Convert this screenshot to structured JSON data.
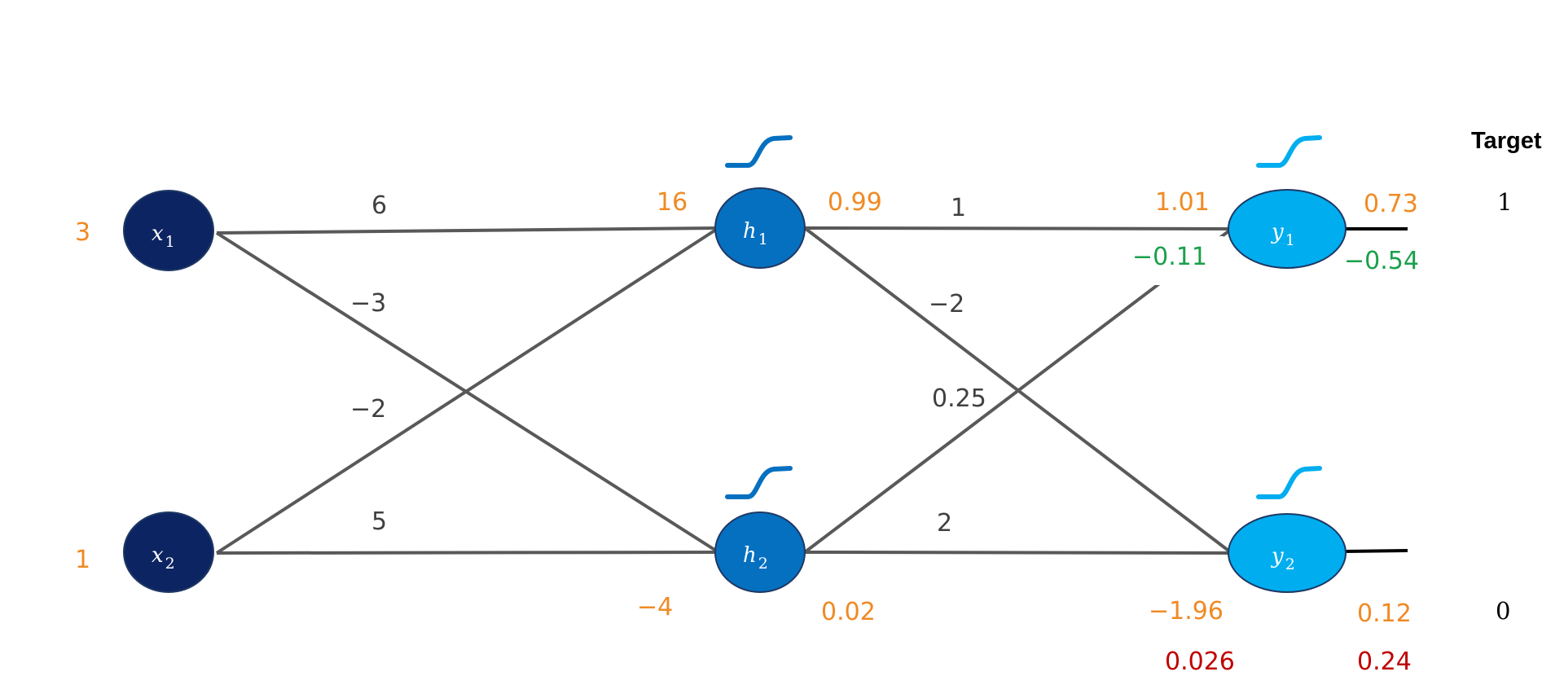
{
  "colors": {
    "input_node": "#0c2461",
    "hidden_node": "#0670c0",
    "output_node": "#00adef",
    "edge": "#595959",
    "forward_value": "#f08a24",
    "error_value": "#1aa04b",
    "gradient_value": "#c00000",
    "hidden_sigmoid_icon": "#0670c0",
    "output_sigmoid_icon": "#00adef"
  },
  "nodes": {
    "x1": {
      "symbol": "x",
      "subscript": "1",
      "input_value": "3"
    },
    "x2": {
      "symbol": "x",
      "subscript": "2",
      "input_value": "1"
    },
    "h1": {
      "symbol": "h",
      "subscript": "1",
      "net_input": "16",
      "activation": "0.99",
      "icon": "sigmoid-icon"
    },
    "h2": {
      "symbol": "h",
      "subscript": "2",
      "net_input": "−4",
      "activation": "0.02",
      "icon": "sigmoid-icon"
    },
    "y1": {
      "symbol": "y",
      "subscript": "1",
      "net_input": "1.01",
      "output": "0.73",
      "delta_in": "−0.11",
      "delta_out": "−0.54",
      "icon": "sigmoid-icon"
    },
    "y2": {
      "symbol": "y",
      "subscript": "2",
      "net_input": "−1.96",
      "output": "0.12",
      "grad_in": "0.026",
      "grad_out": "0.24",
      "icon": "sigmoid-icon"
    }
  },
  "weights": {
    "x1_h1": "6",
    "x1_h2": "−3",
    "x2_h1": "−2",
    "x2_h2": "5",
    "h1_y1": "1",
    "h1_y2": "−2",
    "h2_y1": "0.25",
    "h2_y2": "2"
  },
  "target": {
    "title": "Target",
    "y1": "1",
    "y2": "0"
  }
}
